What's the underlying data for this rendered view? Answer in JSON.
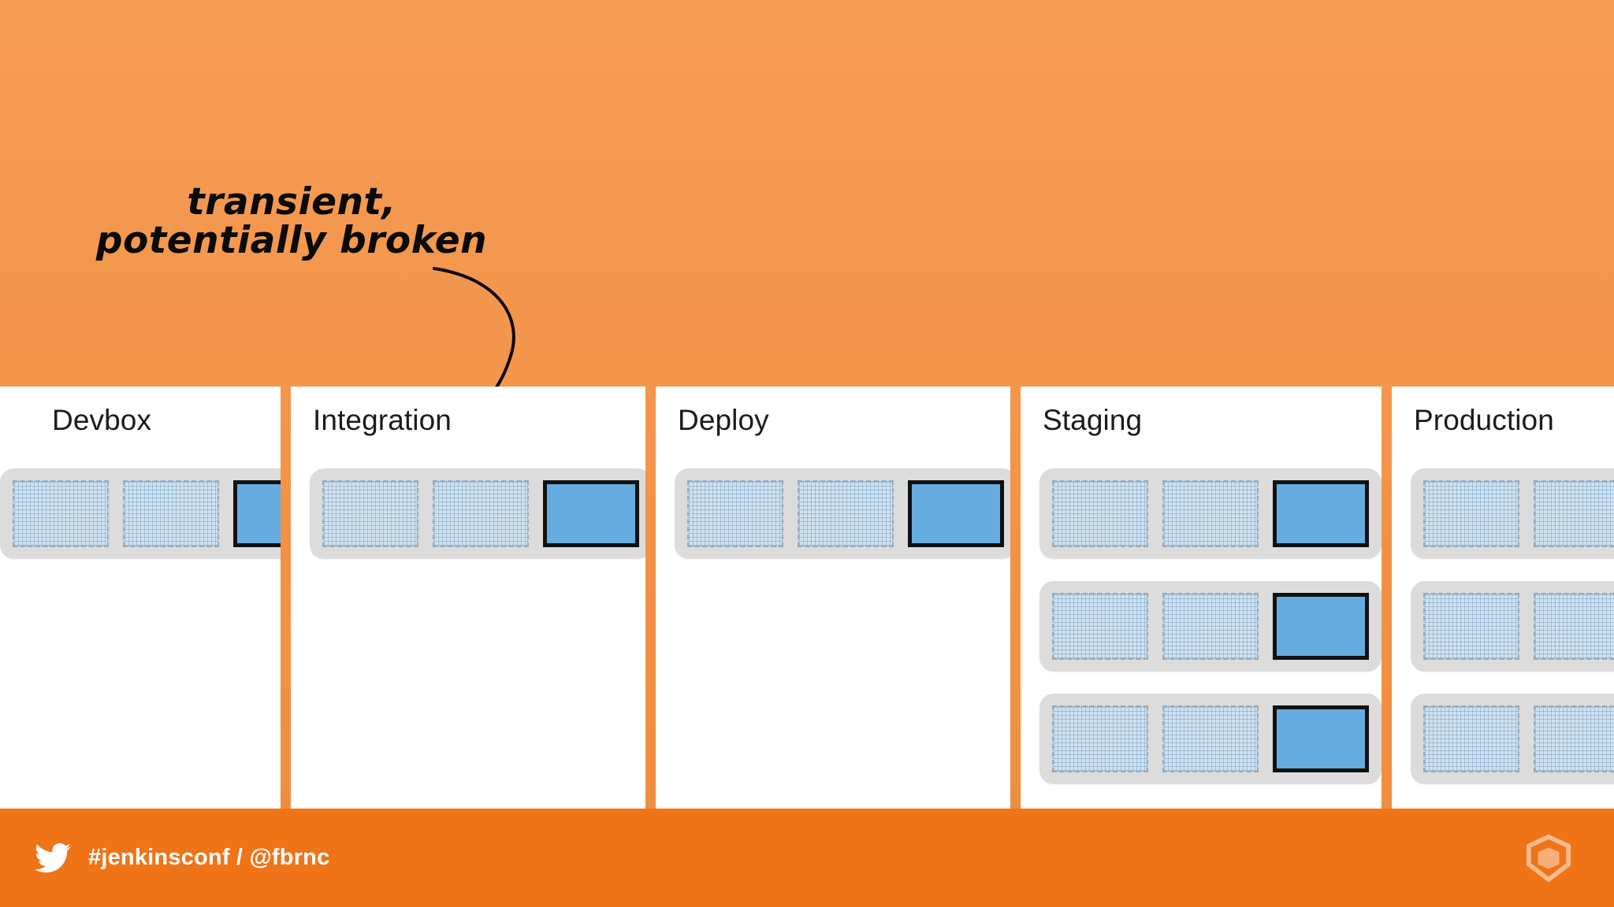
{
  "slide": {
    "background_color_top": "#f59c54",
    "background_color_bottom": "#f08b3c",
    "annotation": "transient,\npotentially broken"
  },
  "pipeline": {
    "columns": [
      {
        "title": "Devbox",
        "clipped": "left",
        "cards": [
          {
            "slots": [
              "hatch",
              "hatch",
              "solid"
            ]
          }
        ]
      },
      {
        "title": "Integration",
        "clipped": "none",
        "cards": [
          {
            "slots": [
              "hatch",
              "hatch",
              "solid"
            ]
          }
        ]
      },
      {
        "title": "Deploy",
        "clipped": "none",
        "cards": [
          {
            "slots": [
              "hatch",
              "hatch",
              "solid"
            ]
          }
        ]
      },
      {
        "title": "Staging",
        "clipped": "none",
        "cards": [
          {
            "slots": [
              "hatch",
              "hatch",
              "solid"
            ]
          },
          {
            "slots": [
              "hatch",
              "hatch",
              "solid"
            ]
          },
          {
            "slots": [
              "hatch",
              "hatch",
              "solid"
            ]
          }
        ]
      },
      {
        "title": "Production",
        "clipped": "right",
        "cards": [
          {
            "slots": [
              "hatch",
              "hatch",
              "solid"
            ]
          },
          {
            "slots": [
              "hatch",
              "hatch",
              "solid"
            ]
          },
          {
            "slots": [
              "hatch",
              "hatch",
              "solid"
            ]
          }
        ]
      }
    ],
    "slot_colors": {
      "active": "#66ace0",
      "active_border": "#111111",
      "placeholder": "#cfe3f2",
      "placeholder_border": "#9aa7b4",
      "card_background": "#dcdcdc"
    }
  },
  "footer": {
    "background_color": "#ef7418",
    "handle": "#jenkinsconf / @fbrnc",
    "twitter_icon": "twitter-bird-icon",
    "brand_logo": "aoe-cube-logo"
  }
}
